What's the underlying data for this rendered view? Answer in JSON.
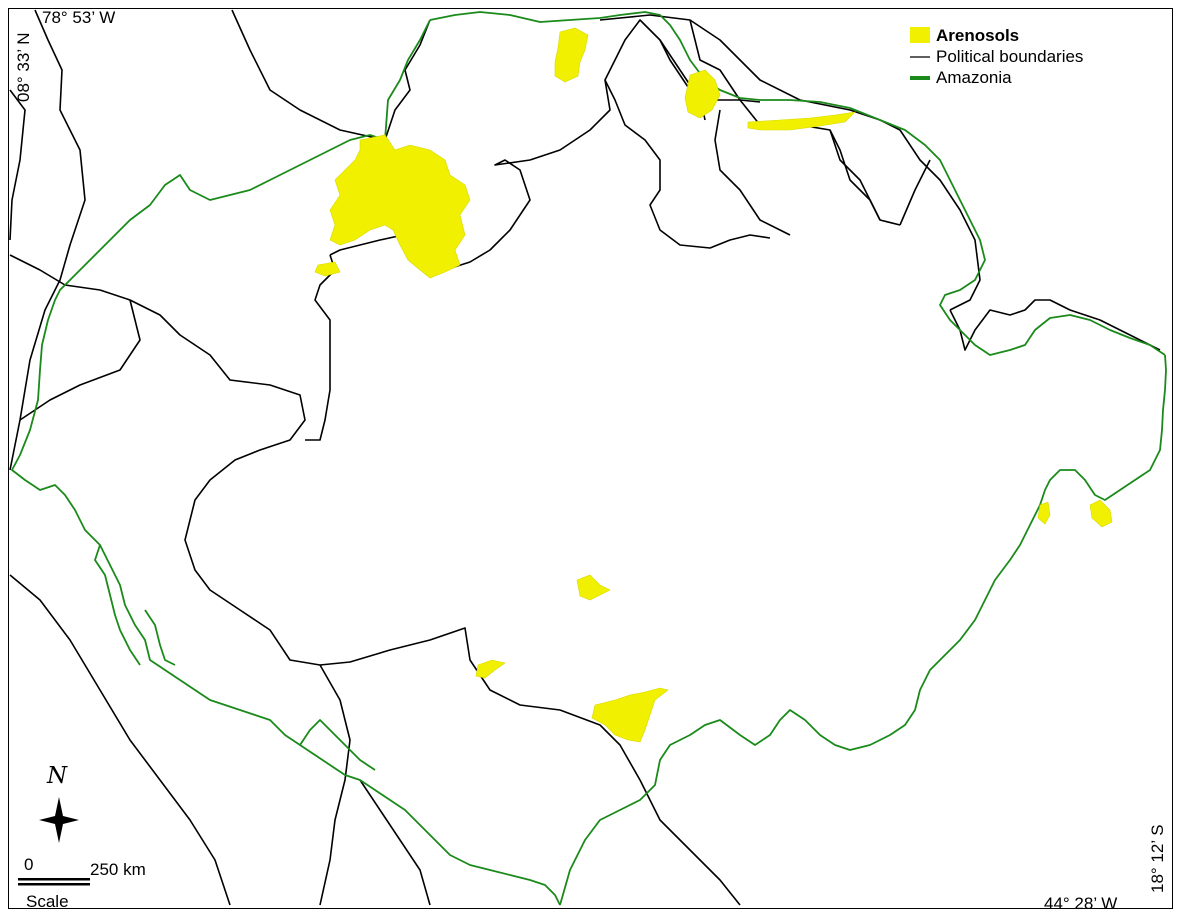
{
  "map": {
    "coords": {
      "top_left_lon": "78° 53’ W",
      "top_left_lat": "08° 33’ N",
      "bottom_right_lon": "44° 28’ W",
      "bottom_right_lat": "18° 12’ S"
    },
    "legend": {
      "items": [
        {
          "label": "Arenosols",
          "color": "#f0f000",
          "symbol": "fill"
        },
        {
          "label": "Political boundaries",
          "color": "#000000",
          "symbol": "thin-line"
        },
        {
          "label": "Amazonia",
          "color": "#1a8a1a",
          "symbol": "thick-line"
        }
      ]
    },
    "scale": {
      "zero_label": "0",
      "distance_label": "250 km",
      "title": "Scale"
    },
    "north_arrow": {
      "letter": "N",
      "icon": "north-star-icon"
    },
    "colors": {
      "arenosols": "#f0f000",
      "boundary": "#000000",
      "amazonia": "#1a8a1a",
      "background": "#ffffff"
    }
  }
}
